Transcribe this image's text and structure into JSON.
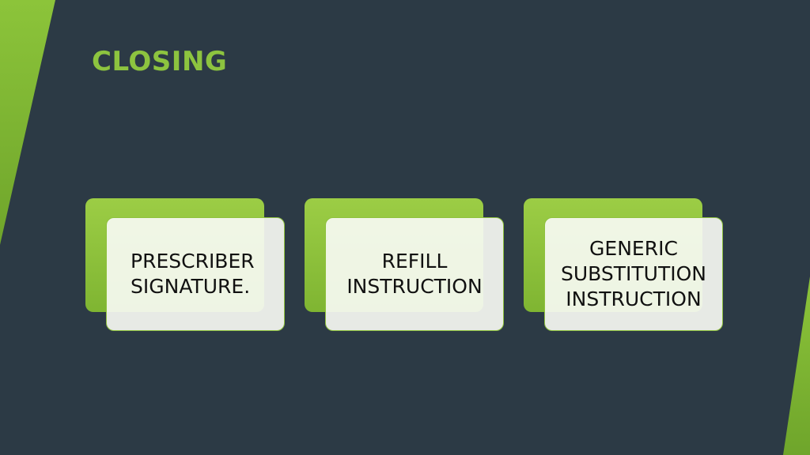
{
  "slide": {
    "title": "CLOSING",
    "items": [
      {
        "label": "PRESCRIBER\nSIGNATURE."
      },
      {
        "label": "REFILL\nINSTRUCTION"
      },
      {
        "label": "GENERIC\nSUBSTITUTION\nINSTRUCTION"
      }
    ]
  },
  "colors": {
    "background": "#2c3a45",
    "accent": "#8dc43f",
    "card": "#f7faf3"
  }
}
